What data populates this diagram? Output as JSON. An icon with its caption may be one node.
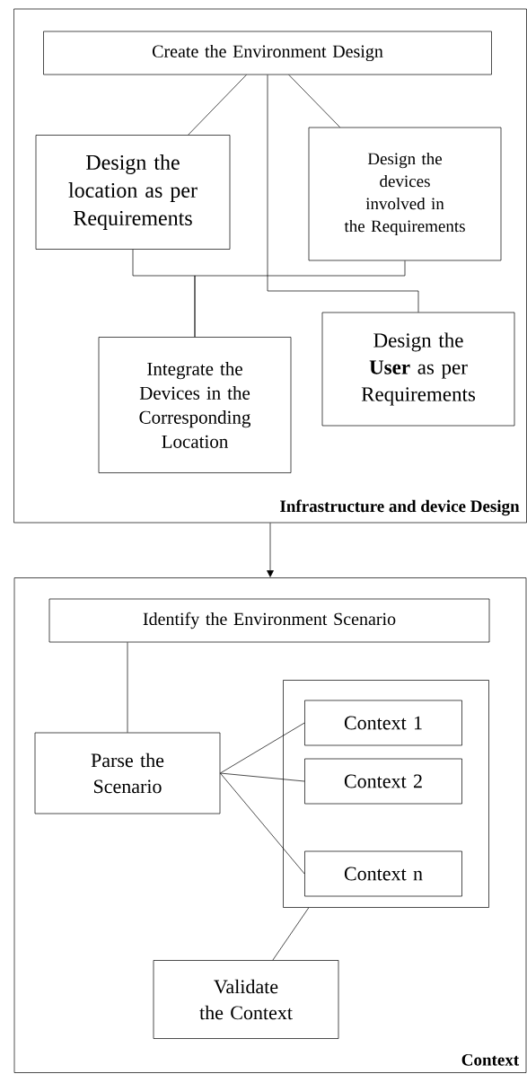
{
  "diagram": {
    "nodes": [
      {
        "text": [
          "Infrastructure and device Design"
        ]
      },
      {
        "text": [
          "Create the Environment Design"
        ],
        "in": 0
      },
      {
        "text": [
          "Design the location as per Requirements"
        ],
        "in": 0
      },
      {
        "text": [
          "Design the devices involved in the Requirements"
        ],
        "in": 0
      },
      {
        "text": [
          "Integrate the Devices in the Corresponding Location"
        ],
        "in": 0
      },
      {
        "text": [
          "Design the **User** as per Requirements"
        ],
        "in": 0
      },
      {
        "text": [
          "Context"
        ]
      },
      {
        "text": [
          "Identify the Environment Scenario"
        ],
        "in": 6
      },
      {
        "text": [
          "Parse the Scenario"
        ],
        "in": 6
      },
      {
        "text": [],
        "shape": "box",
        "in": 6
      },
      {
        "text": [
          "Context 1"
        ],
        "in": 9
      },
      {
        "text": [
          "Context 2"
        ],
        "in": 9
      },
      {
        "text": [
          "Context n"
        ],
        "in": 9
      },
      {
        "text": [
          "Validate the Context"
        ],
        "in": 6
      }
    ],
    "edges": [
      {
        "from": 0,
        "to": 6,
        "arrow": "to"
      },
      {
        "from": 1,
        "to": 2,
        "arrow": "none"
      },
      {
        "from": 1,
        "to": 3,
        "arrow": "none"
      },
      {
        "from": 1,
        "to": 5,
        "arrow": "none"
      },
      {
        "from": 2,
        "to": 4,
        "arrow": "none"
      },
      {
        "from": 3,
        "to": 4,
        "arrow": "none"
      },
      {
        "from": 7,
        "to": 8,
        "arrow": "none"
      },
      {
        "from": 8,
        "to": 10,
        "arrow": "none"
      },
      {
        "from": 8,
        "to": 11,
        "arrow": "none"
      },
      {
        "from": 8,
        "to": 12,
        "arrow": "none"
      },
      {
        "from": 9,
        "to": 13,
        "arrow": "none"
      }
    ]
  }
}
